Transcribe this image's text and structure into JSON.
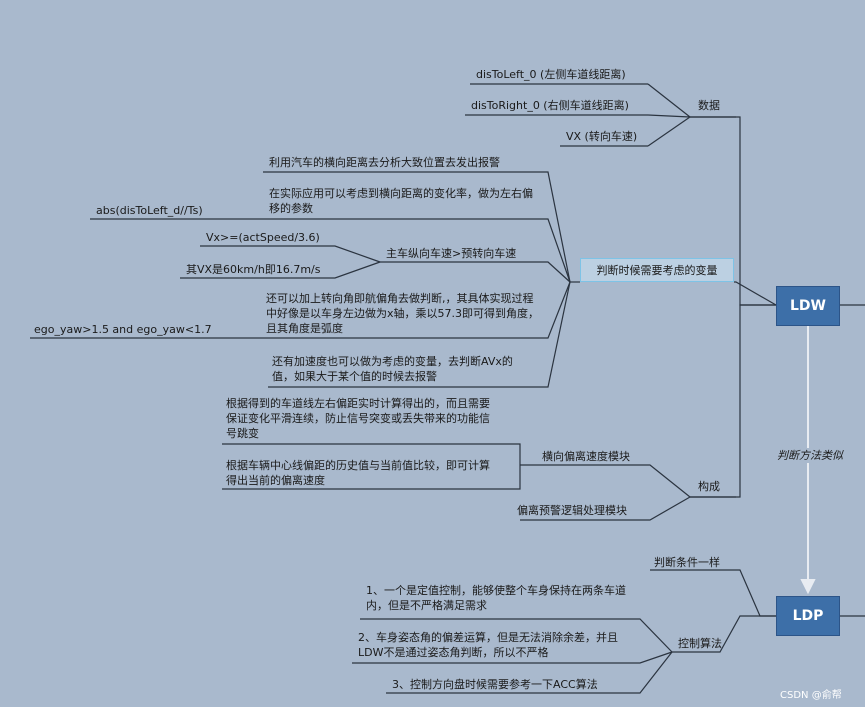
{
  "root_boxes": {
    "ldw": "LDW",
    "ldp": "LDP"
  },
  "arrow_label": "判断方法类似",
  "branches": {
    "data": "数据",
    "variables": "判断时候需要考虑的变量",
    "structure": "构成",
    "same_condition": "判断条件一样",
    "control_algo": "控制算法"
  },
  "data_items": [
    "disToLeft_0 (左侧车道线距离)",
    "disToRight_0 (右侧车道线距离)",
    "VX (转向车速)"
  ],
  "variable_items": {
    "lateral_distance": "利用汽车的横向距离去分析大致位置去发出报警",
    "rate_change": "在实际应用可以考虑到横向距离的变化率，做为左右偏移的参数",
    "abs_formula": "abs(disToLeft_d//Ts)",
    "speed_node": "主车纵向车速>预转向车速",
    "vx_formula": "Vx>=(actSpeed/3.6)",
    "vx_note": "其VX是60km/h即16.7m/s",
    "yaw_note": "还可以加上转向角即航偏角去做判断,，其具体实现过程中好像是以车身左边做为x轴，乘以57.3即可得到角度，且其角度是弧度",
    "yaw_formula": "ego_yaw>1.5 and ego_yaw<1.7",
    "accel_note": "还有加速度也可以做为考虑的变量，去判断AVx的值，如果大于某个值的时候去报警"
  },
  "structure_items": {
    "lateral_speed_module": "横向偏离速度模块",
    "calc_note1": "根据得到的车道线左右偏距实时计算得出的，而且需要保证变化平滑连续，防止信号突变或丢失带来的功能信号跳变",
    "calc_note2": "根据车辆中心线偏距的历史值与当前值比较，即可计算得出当前的偏离速度",
    "warning_module": "偏离预警逻辑处理模块"
  },
  "control_items": [
    "1、一个是定值控制，能够使整个车身保持在两条车道内，但是不严格满足需求",
    "2、车身姿态角的偏差运算，但是无法消除余差，并且LDW不是通过姿态角判断，所以不严格",
    "3、控制方向盘时候需要参考一下ACC算法"
  ],
  "watermark": "CSDN @俞帮",
  "colors": {
    "background": "#a9b9cd",
    "box": "#3d6fa8",
    "line": "#2b3440",
    "highlight_border": "#7ec3e6"
  }
}
